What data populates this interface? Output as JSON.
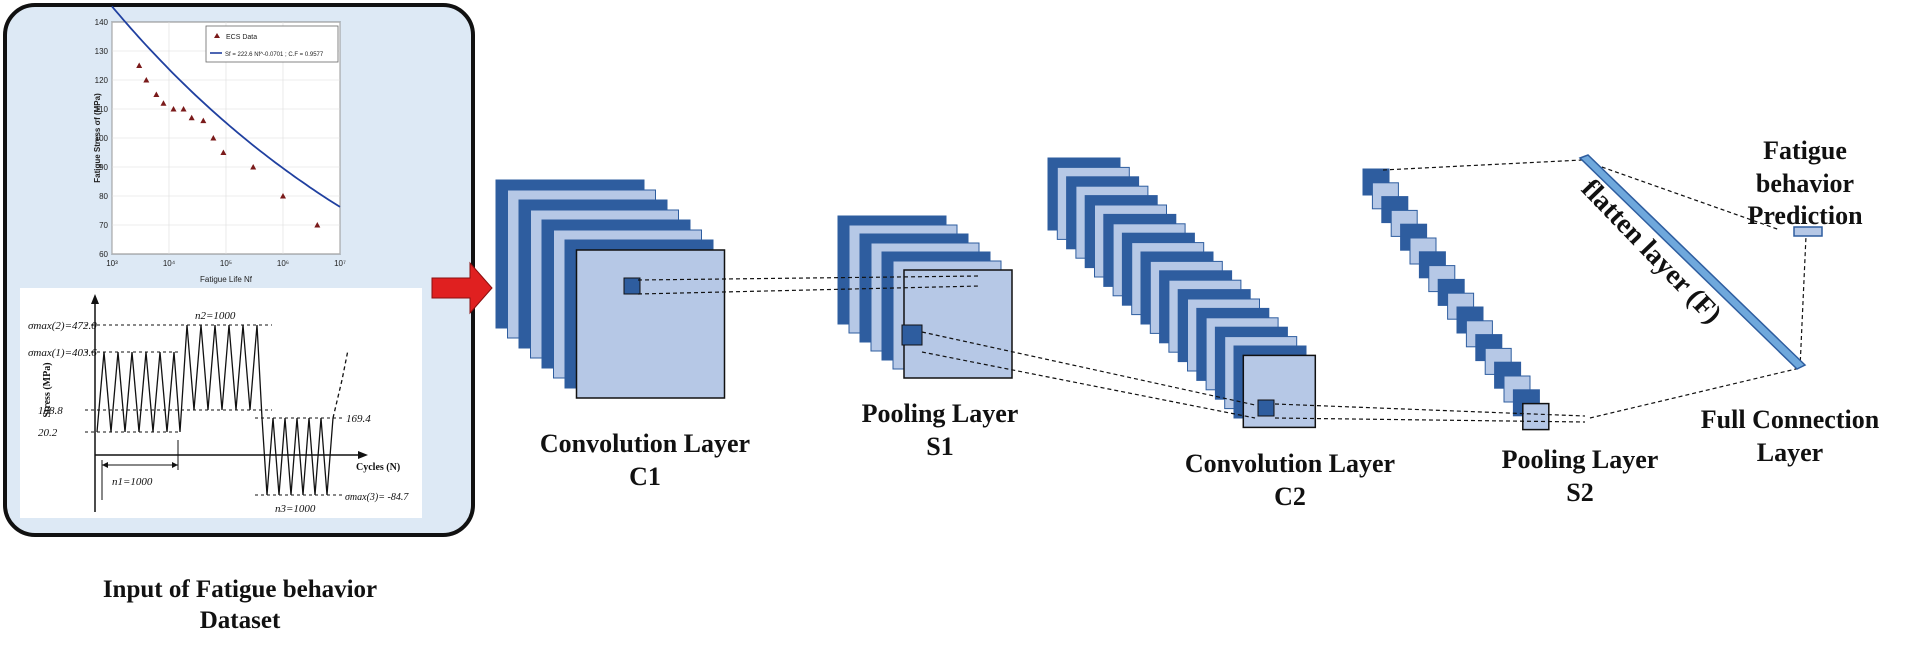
{
  "input_panel": {
    "caption_line1": "Input of Fatigue behavior",
    "caption_line2": "Dataset",
    "sn_plot": {
      "ylabel": "Fatigue Stress σf (MPa)",
      "xlabel": "Fatigue Life Nf",
      "yticks": [
        "140",
        "130",
        "120",
        "110",
        "100",
        "90",
        "80",
        "70",
        "60"
      ],
      "xticks": [
        "10³",
        "10⁴",
        "10⁵",
        "10⁶",
        "10⁷"
      ],
      "legend_data": "ECS Data",
      "legend_fit": "Sf = 222.6 Nf^-0.0701 ; C.F = 0.9577",
      "points": [
        [
          3000,
          125
        ],
        [
          4000,
          120
        ],
        [
          6000,
          115
        ],
        [
          8000,
          112
        ],
        [
          12000,
          110
        ],
        [
          18000,
          110
        ],
        [
          25000,
          107
        ],
        [
          40000,
          106
        ],
        [
          60000,
          100
        ],
        [
          90000,
          95
        ],
        [
          300000,
          90
        ],
        [
          1000000,
          80
        ],
        [
          4000000,
          70
        ]
      ],
      "colors": {
        "curve": "#2040a0",
        "marker": "#7a1a1a",
        "panel": "#dde9f5"
      }
    },
    "load_plot": {
      "ylabel": "Stress (MPa)",
      "xlabel": "Cycles (N)",
      "levels": [
        "σmax(2)=472.0",
        "σmax(1)=403.6",
        "188.8",
        "20.2",
        "169.4",
        "σmax(3)= -84.7"
      ],
      "blocks": [
        "n1=1000",
        "n2=1000",
        "n3=1000"
      ]
    }
  },
  "layers": {
    "conv1": {
      "line1": "Convolution Layer",
      "line2": "C1"
    },
    "pool1": {
      "line1": "Pooling Layer",
      "line2": "S1"
    },
    "conv2": {
      "line1": "Convolution Layer",
      "line2": "C2"
    },
    "pool2": {
      "line1": "Pooling Layer",
      "line2": "S2"
    },
    "flatten": {
      "label": "flatten layer (F)"
    },
    "fc": {
      "line1": "Full Connection",
      "line2": "Layer"
    },
    "output": {
      "line1": "Fatigue",
      "line2": "behavior",
      "line3": "Prediction"
    }
  },
  "colors": {
    "dark_blue": "#2e5d9f",
    "light_blue": "#b6c8e6",
    "arrow": "#e02020"
  }
}
